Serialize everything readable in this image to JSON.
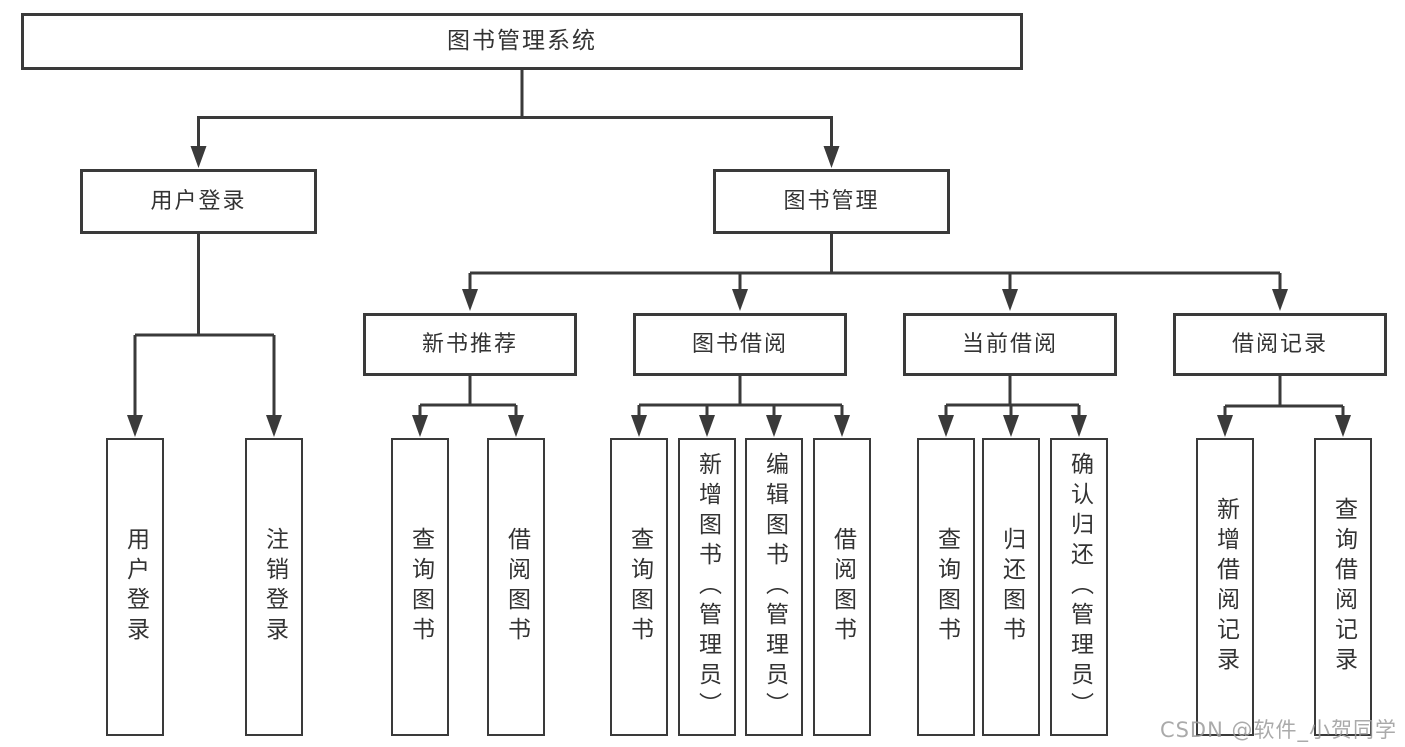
{
  "diagram": {
    "root": {
      "label": "图书管理系统"
    },
    "branches": [
      {
        "label": "用户登录",
        "children": [
          {
            "label": "用户登录"
          },
          {
            "label": "注销登录"
          }
        ]
      },
      {
        "label": "图书管理",
        "children": [
          {
            "label": "新书推荐",
            "children": [
              {
                "label": "查询图书"
              },
              {
                "label": "借阅图书"
              }
            ]
          },
          {
            "label": "图书借阅",
            "children": [
              {
                "label": "查询图书"
              },
              {
                "label": "新增图书（管理员）"
              },
              {
                "label": "编辑图书（管理员）"
              },
              {
                "label": "借阅图书"
              }
            ]
          },
          {
            "label": "当前借阅",
            "children": [
              {
                "label": "查询图书"
              },
              {
                "label": "归还图书"
              },
              {
                "label": "确认归还（管理员）"
              }
            ]
          },
          {
            "label": "借阅记录",
            "children": [
              {
                "label": "新增借阅记录"
              },
              {
                "label": "查询借阅记录"
              }
            ]
          }
        ]
      }
    ]
  },
  "watermark": "CSDN @软件_小贺同学",
  "colors": {
    "line": "#3a3a3a",
    "border": "#3a3a3a",
    "text": "#333333",
    "watermark": "#9c9c9c",
    "background": "#ffffff"
  }
}
